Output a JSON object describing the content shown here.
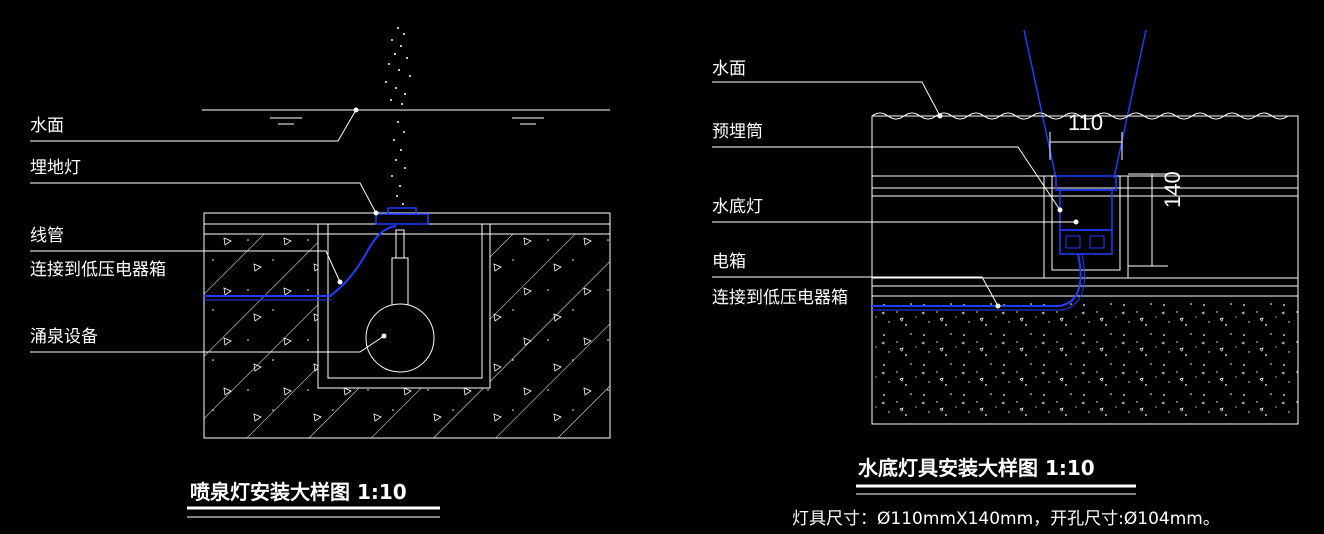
{
  "left": {
    "labels": {
      "water": "水面",
      "light": "埋地灯",
      "conduit": "线管",
      "connect": "连接到低压电器箱",
      "fountain": "涌泉设备"
    },
    "title": "喷泉灯安装大样图 1:10"
  },
  "right": {
    "labels": {
      "water": "水面",
      "sleeve": "预埋筒",
      "light": "水底灯",
      "box": "电箱",
      "connect": "连接到低压电器箱"
    },
    "dims": {
      "width": "110",
      "height": "140"
    },
    "title": "水底灯具安装大样图 1:10",
    "note": "灯具尺寸：Ø110mmX140mm，开孔尺寸:Ø104mm。"
  },
  "colors": {
    "background": "#000000",
    "line": "#ffffff",
    "accent": "#1e3cff"
  }
}
